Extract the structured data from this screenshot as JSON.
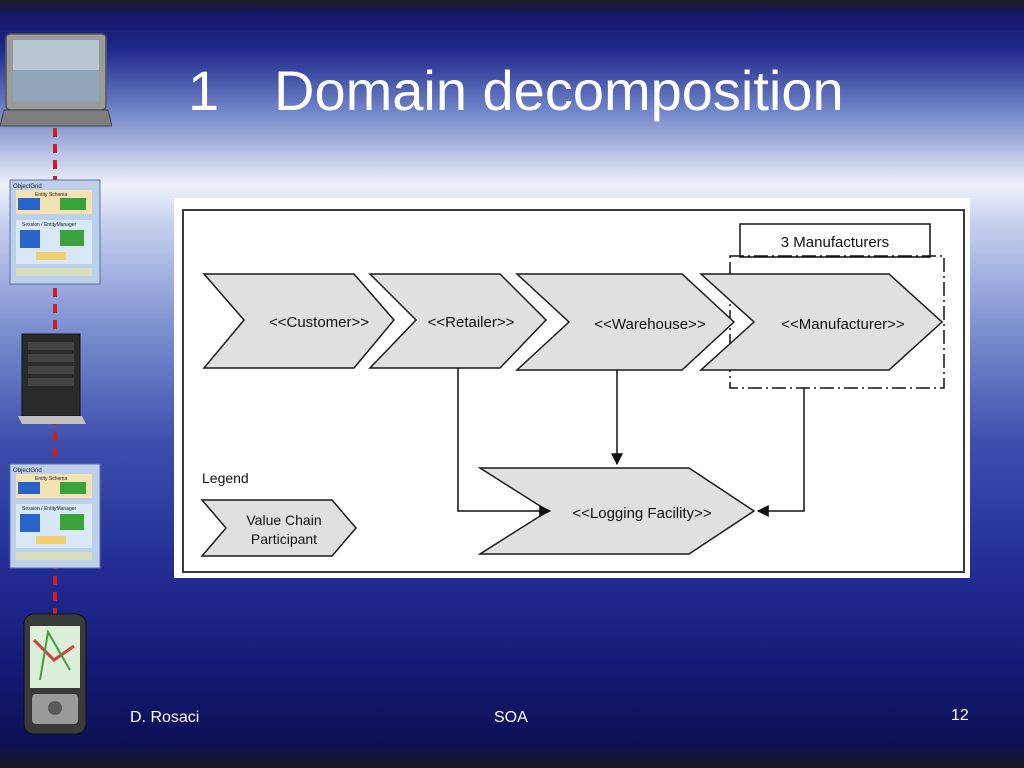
{
  "slide": {
    "number": "1",
    "title": "Domain decomposition"
  },
  "diagram": {
    "participants": [
      {
        "id": "customer",
        "label": "<<Customer>>"
      },
      {
        "id": "retailer",
        "label": "<<Retailer>>"
      },
      {
        "id": "warehouse",
        "label": "<<Warehouse>>"
      },
      {
        "id": "manufacturer",
        "label": "<<Manufacturer>>"
      },
      {
        "id": "logging",
        "label": "<<Logging Facility>>"
      }
    ],
    "group_label": "3 Manufacturers",
    "legend": {
      "title": "Legend",
      "item_line1": "Value Chain",
      "item_line2": "Participant"
    },
    "connections": [
      {
        "from": "retailer",
        "to": "logging"
      },
      {
        "from": "warehouse",
        "to": "logging"
      },
      {
        "from": "manufacturer",
        "to": "logging"
      }
    ]
  },
  "sidebar": {
    "icons": [
      "laptop-icon",
      "objectgrid-diagram-icon",
      "server-tower-icon",
      "objectgrid-diagram-icon",
      "mobile-phone-icon"
    ],
    "grid_title": "ObjectGrid",
    "grid_schema": "Entity Schema",
    "grid_session": "Session / EntityManager"
  },
  "footer": {
    "author": "D. Rosaci",
    "course": "SOA",
    "page": "12"
  },
  "colors": {
    "arrow_fill": "#e0e0e0",
    "arrow_stroke": "#1a1a1a",
    "link_dashes": "#cc2020",
    "title_text": "#ffffff"
  }
}
